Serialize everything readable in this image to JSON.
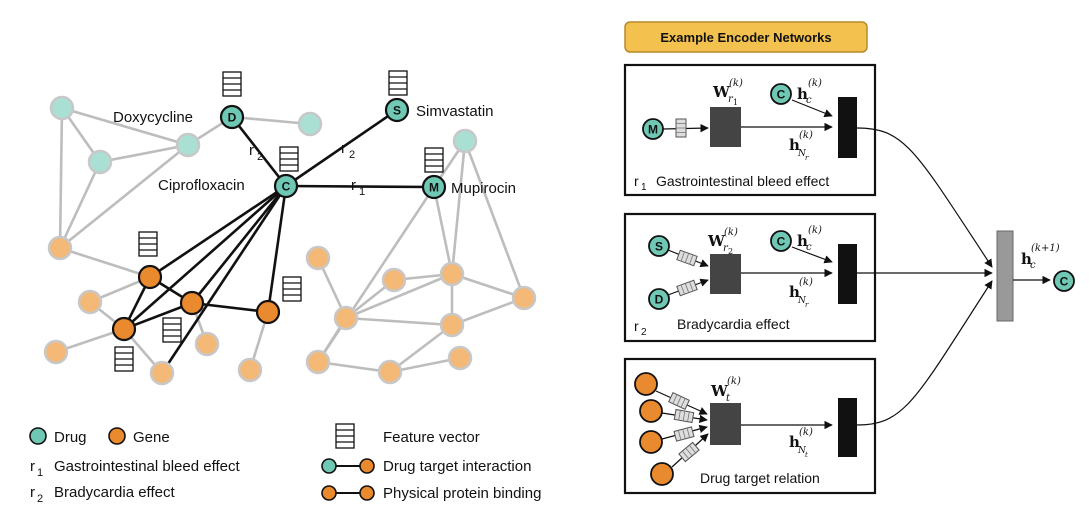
{
  "colors": {
    "drug": "#6fc8b4",
    "drug_light": "#a9e0d3",
    "gene": "#ea8a2e",
    "gene_light": "#f4b877",
    "edge_gray": "#bdbdbd",
    "banner": "#f2c14e"
  },
  "graph": {
    "labels": {
      "doxycycline": "Doxycycline",
      "simvastatin": "Simvastatin",
      "ciprofloxacin": "Ciprofloxacin",
      "mupirocin": "Mupirocin",
      "r2_doxy": "r",
      "r2_doxy_sub": "2",
      "r2_simva": "r",
      "r2_simva_sub": "2",
      "r1_mupi": "r",
      "r1_mupi_sub": "1"
    },
    "node_letters": {
      "d": "D",
      "s": "S",
      "c": "C",
      "m": "M"
    }
  },
  "legend": {
    "drug": "Drug",
    "gene": "Gene",
    "feature_vector": "Feature vector",
    "r1_sym": "r",
    "r1_sub": "1",
    "r1_text": "Gastrointestinal bleed effect",
    "r2_sym": "r",
    "r2_sub": "2",
    "r2_text": "Bradycardia effect",
    "drug_target": "Drug target interaction",
    "protein_binding": "Physical protein binding"
  },
  "encoder": {
    "banner": "Example Encoder Networks",
    "panel1": {
      "rel_sym": "r",
      "rel_sub": "1",
      "caption": "Gastrointestinal bleed effect",
      "W": "W",
      "W_sub": "r",
      "W_subsub": "1",
      "input": "M"
    },
    "panel2": {
      "rel_sym": "r",
      "rel_sub": "2",
      "caption": "Bradycardia effect",
      "W": "W",
      "W_sub": "r",
      "W_subsub": "2",
      "input_top": "S",
      "input_bottom": "D"
    },
    "panel3": {
      "caption": "Drug target relation",
      "W": "W",
      "W_sub": "t"
    },
    "h_c_sup": "(k)",
    "h_out_sup": "(k+1)",
    "h": "h",
    "c_sub": "c",
    "node_c": "C"
  }
}
